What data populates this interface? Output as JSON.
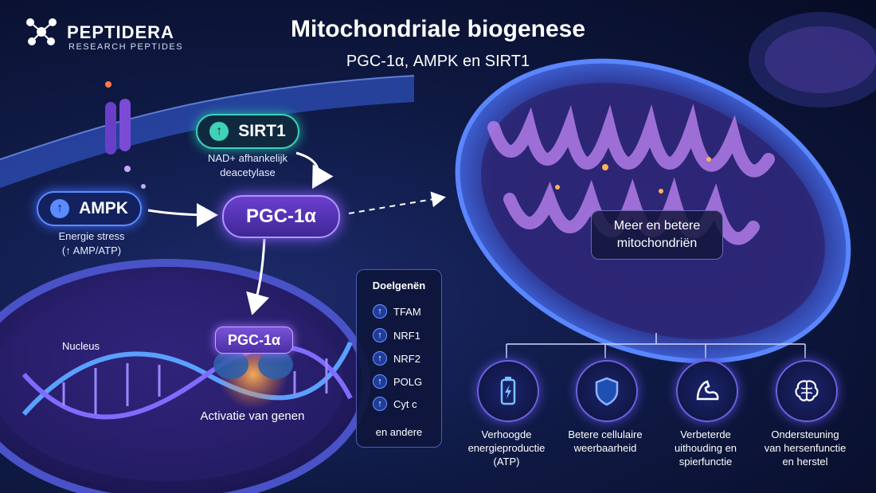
{
  "logo": {
    "name": "PEPTIDERA",
    "tagline": "RESEARCH PEPTIDES"
  },
  "title": "Mitochondriale biogenese",
  "subtitle": "PGC-1α, AMPK en SIRT1",
  "sirt1": {
    "label": "SIRT1",
    "icon": "up-arrow-icon",
    "desc_line1": "NAD+ afhankelijk",
    "desc_line2": "deacetylase"
  },
  "ampk": {
    "label": "AMPK",
    "icon": "up-arrow-icon",
    "desc_line1": "Energie stress",
    "desc_line2": "(↑ AMP/ATP)"
  },
  "pgc_main": {
    "label": "PGC-1α"
  },
  "pgc_nucleus": {
    "label": "PGC-1α"
  },
  "nucleus_label": "Nucleus",
  "activation_label": "Activatie van genen",
  "mito_label": {
    "line1": "Meer en betere",
    "line2": "mitochondriën"
  },
  "target_genes": {
    "title": "Doelgenën",
    "items": [
      "TFAM",
      "NRF1",
      "NRF2",
      "POLG",
      "Cyt c"
    ],
    "more": "en andere"
  },
  "benefits": [
    {
      "icon": "battery-icon",
      "lines": [
        "Verhoogde",
        "energieproductie",
        "(ATP)"
      ]
    },
    {
      "icon": "shield-icon",
      "lines": [
        "Betere cellulaire",
        "weerbaarheid"
      ]
    },
    {
      "icon": "muscle-icon",
      "lines": [
        "Verbeterde",
        "uithouding en",
        "spierfunctie"
      ]
    },
    {
      "icon": "brain-icon",
      "lines": [
        "Ondersteuning",
        "van hersenfunctie",
        "en herstel"
      ]
    }
  ],
  "colors": {
    "accent_purple": "#8a5cff",
    "sirt_teal": "#3fd1b8",
    "ampk_blue": "#5a8cff",
    "background": "#0b1230"
  }
}
